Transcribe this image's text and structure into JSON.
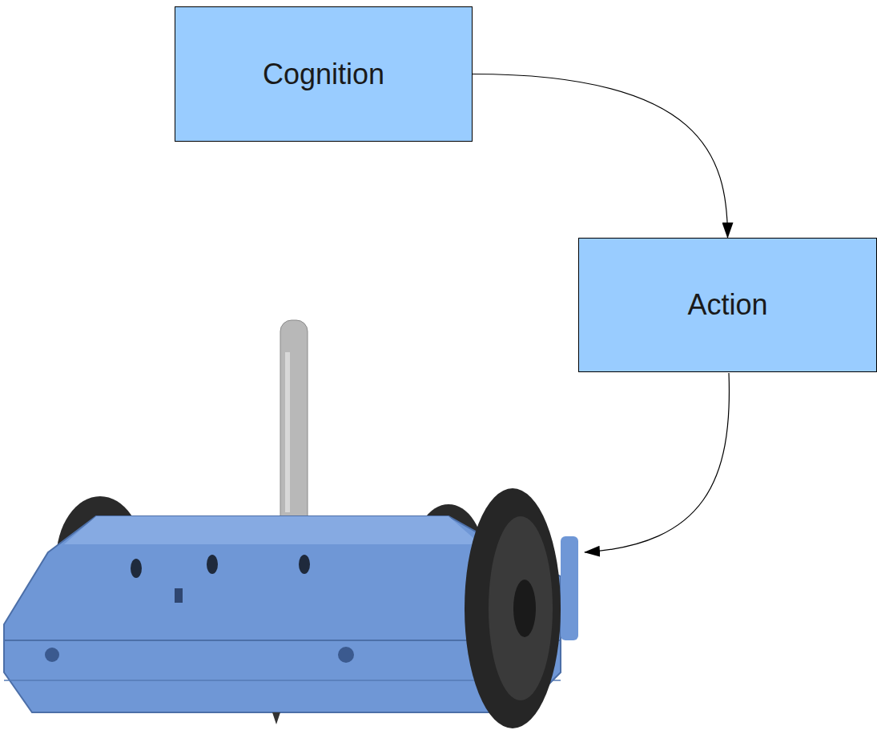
{
  "diagram": {
    "nodes": [
      {
        "text": [
          "Cognition"
        ]
      },
      {
        "text": [
          "Action"
        ]
      }
    ],
    "edges": [
      {
        "from": 0,
        "to": 1,
        "arrow": "to"
      }
    ]
  }
}
